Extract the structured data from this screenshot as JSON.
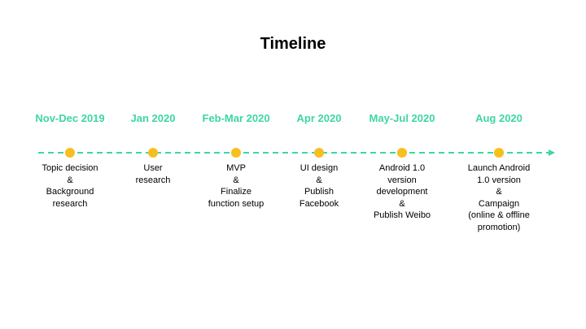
{
  "title": "Timeline",
  "colors": {
    "accent": "#3ed6a2",
    "milestone_dot": "#f7bf1e",
    "text": "#000000",
    "background": "#ffffff"
  },
  "milestones": [
    {
      "date": "Nov-Dec\n2019",
      "description": "Topic decision\n&\nBackground\nresearch"
    },
    {
      "date": "Jan\n2020",
      "description": "User\nresearch"
    },
    {
      "date": "Feb-Mar\n2020",
      "description": "MVP\n&\nFinalize\nfunction setup"
    },
    {
      "date": "Apr\n2020",
      "description": "UI design\n&\nPublish\nFacebook"
    },
    {
      "date": "May-Jul\n2020",
      "description": "Android 1.0\nversion\ndevelopment\n&\nPublish Weibo"
    },
    {
      "date": "Aug\n2020",
      "description": "Launch Android\n1.0 version\n&\nCampaign\n(online & offline\npromotion)"
    }
  ]
}
